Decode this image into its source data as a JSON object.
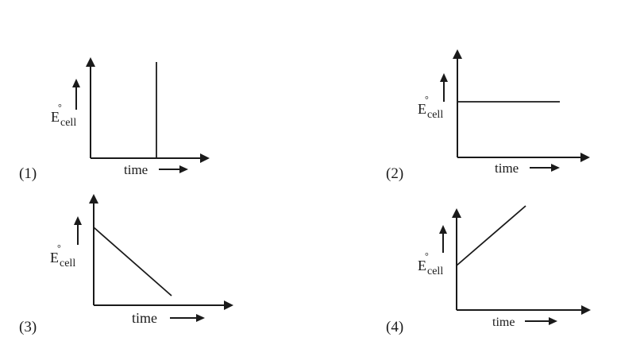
{
  "y_label": {
    "main": "E",
    "degree": "°",
    "sub": "cell"
  },
  "x_label": "time",
  "graphs": [
    {
      "number": "(1)",
      "shape": "vertical-line"
    },
    {
      "number": "(2)",
      "shape": "horizontal-line"
    },
    {
      "number": "(3)",
      "shape": "decreasing-line"
    },
    {
      "number": "(4)",
      "shape": "increasing-line"
    }
  ]
}
